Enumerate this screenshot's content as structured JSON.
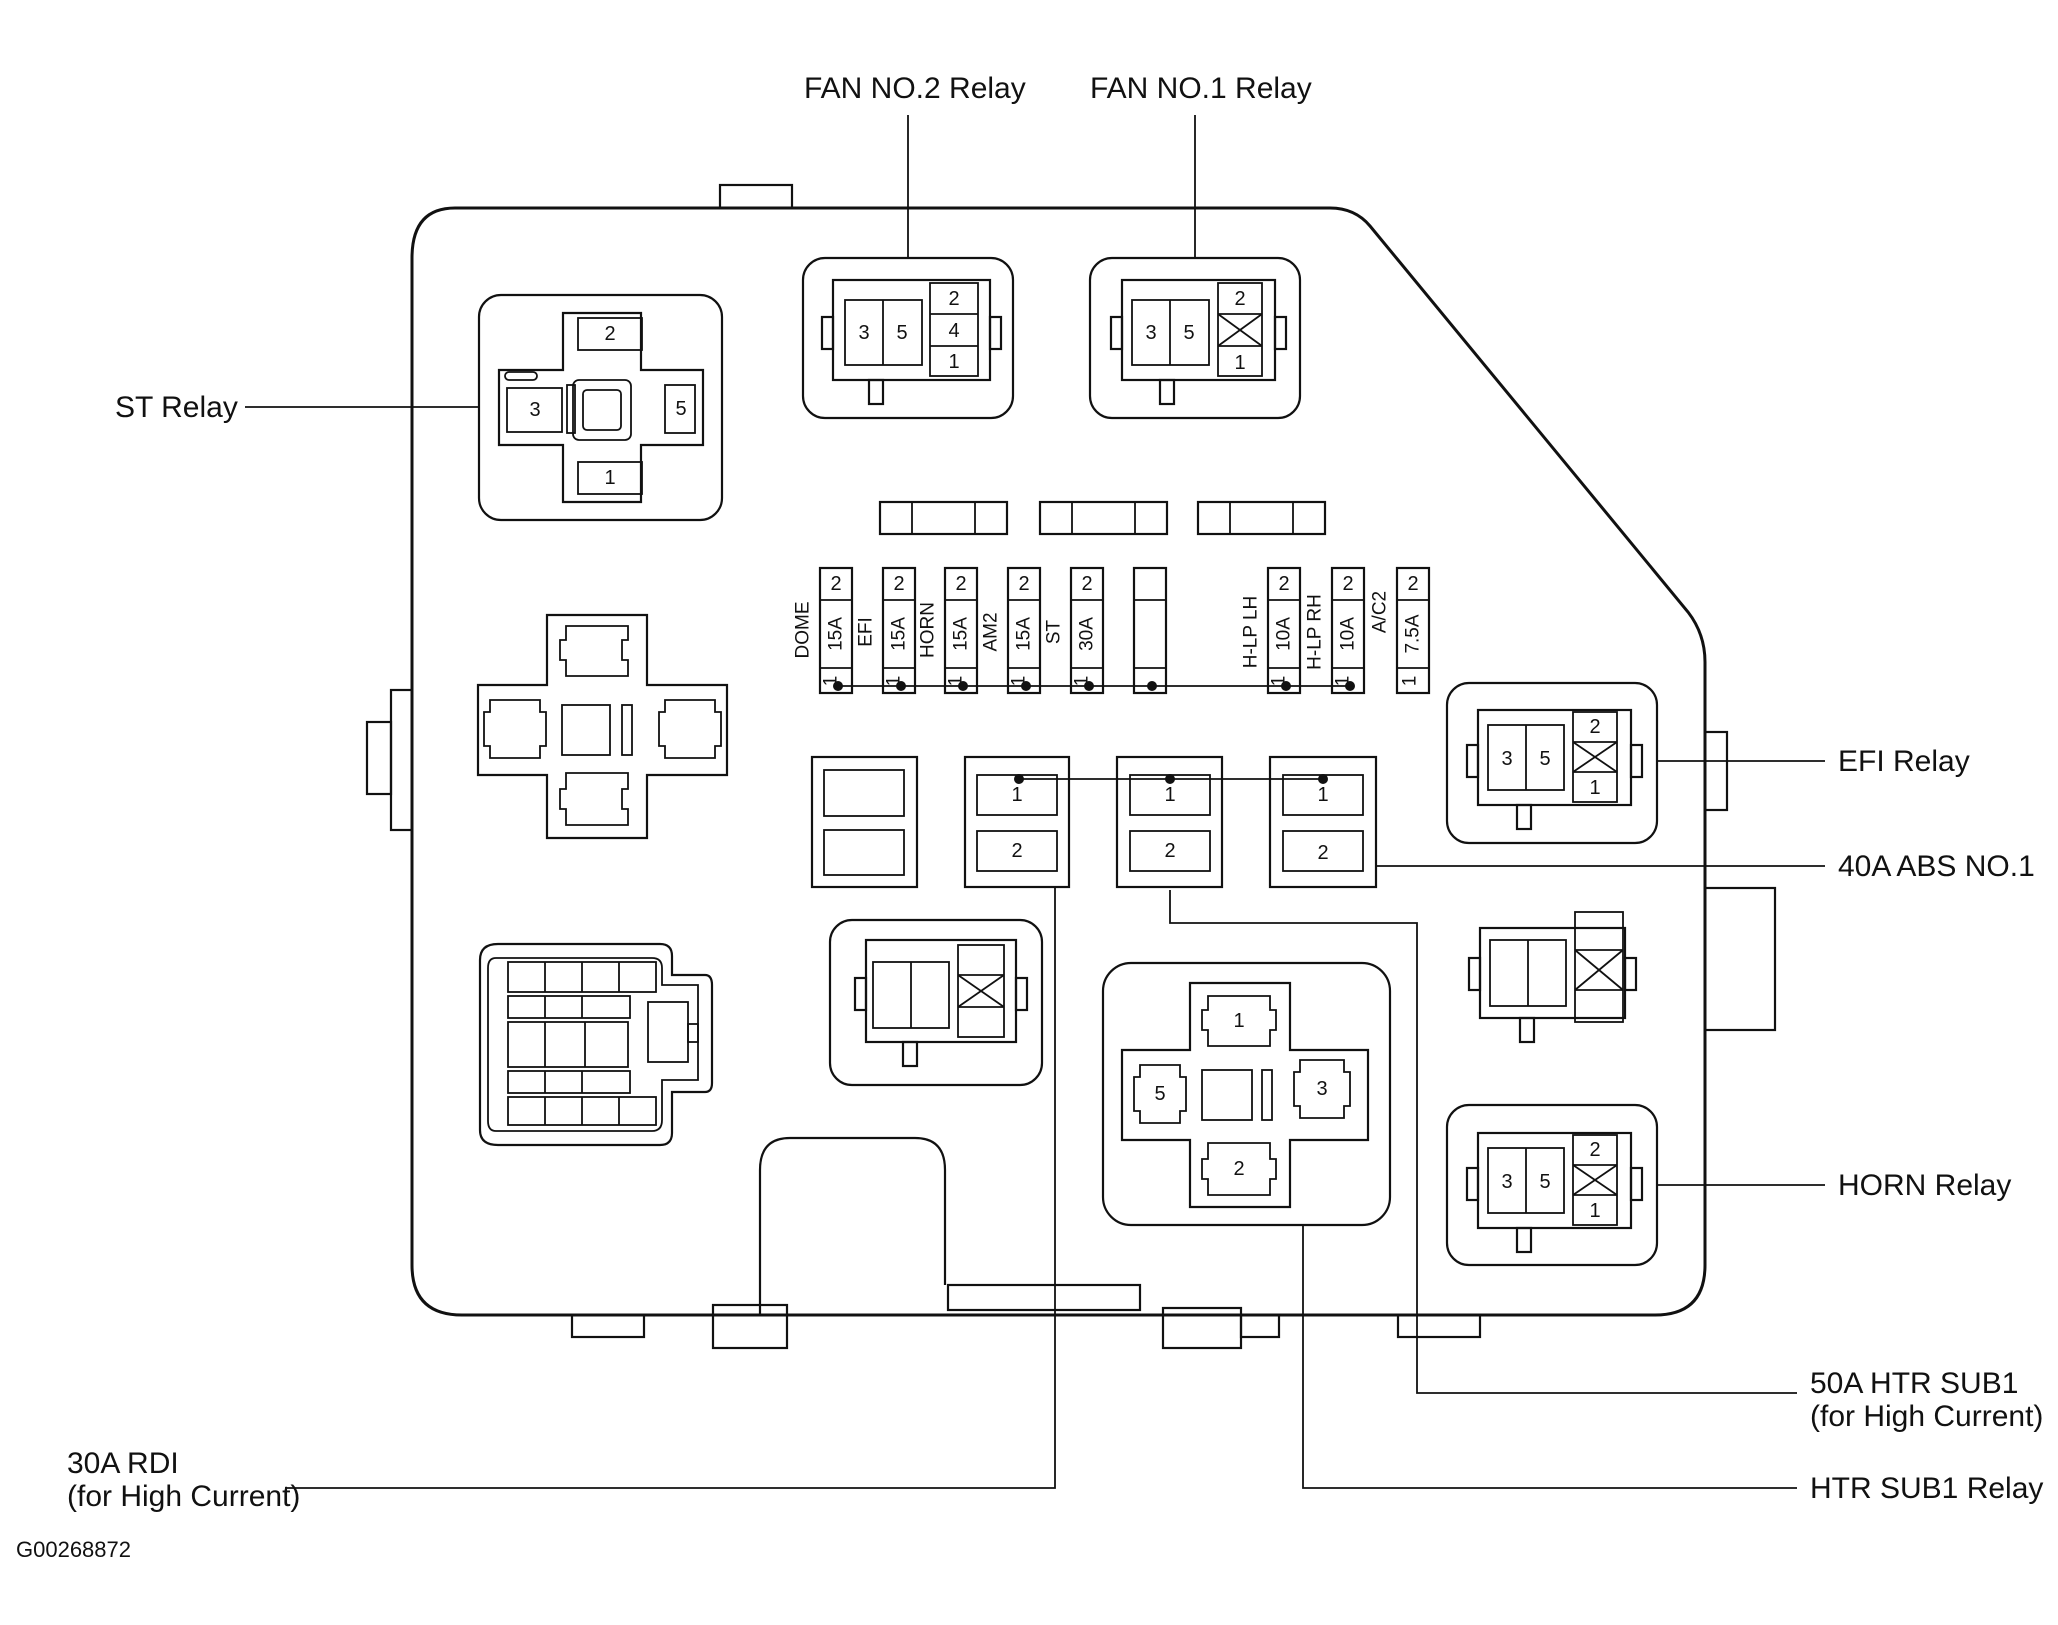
{
  "callouts": {
    "fan_no2_relay": "FAN NO.2 Relay",
    "fan_no1_relay": "FAN NO.1 Relay",
    "st_relay": "ST Relay",
    "efi_relay": "EFI Relay",
    "abs_no1": "40A ABS NO.1",
    "horn_relay": "HORN Relay",
    "htr_sub1_fuse_line1": "50A HTR SUB1",
    "htr_sub1_fuse_line2": "(for High Current)",
    "htr_sub1_relay": "HTR SUB1 Relay",
    "rdi_line1": "30A RDI",
    "rdi_line2": "(for High Current)"
  },
  "figure_id": "G00268872",
  "relays": {
    "fan_no2": {
      "pins": [
        "3",
        "5",
        "2",
        "4",
        "1"
      ]
    },
    "fan_no1": {
      "pins": [
        "3",
        "5",
        "2",
        "1"
      ]
    },
    "st": {
      "pins": [
        "2",
        "3",
        "5",
        "1"
      ]
    },
    "efi": {
      "pins": [
        "3",
        "5",
        "2",
        "1"
      ]
    },
    "horn": {
      "pins": [
        "3",
        "5",
        "2",
        "1"
      ]
    },
    "htr_sub1": {
      "pins": [
        "1",
        "5",
        "3",
        "2"
      ]
    }
  },
  "fuses": [
    {
      "name": "DOME",
      "rating": "15A",
      "pin_top": "2",
      "pin_bottom": "1"
    },
    {
      "name": "EFI",
      "rating": "15A",
      "pin_top": "2",
      "pin_bottom": "1"
    },
    {
      "name": "HORN",
      "rating": "15A",
      "pin_top": "2",
      "pin_bottom": "1"
    },
    {
      "name": "AM2",
      "rating": "15A",
      "pin_top": "2",
      "pin_bottom": "1"
    },
    {
      "name": "ST",
      "rating": "30A",
      "pin_top": "2",
      "pin_bottom": "1"
    },
    {
      "name": "H-LP LH",
      "rating": "10A",
      "pin_top": "2",
      "pin_bottom": "1"
    },
    {
      "name": "H-LP RH",
      "rating": "10A",
      "pin_top": "2",
      "pin_bottom": "1"
    },
    {
      "name": "A/C2",
      "rating": "7.5A",
      "pin_top": "2",
      "pin_bottom": "1"
    }
  ],
  "cartridge_fuses": [
    {
      "pin_top": "1",
      "pin_bottom": "2"
    },
    {
      "pin_top": "1",
      "pin_bottom": "2"
    },
    {
      "pin_top": "1",
      "pin_bottom": "2"
    }
  ]
}
